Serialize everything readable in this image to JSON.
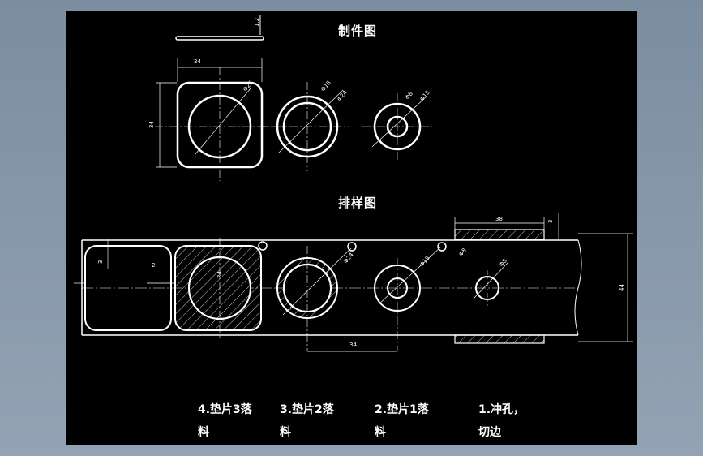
{
  "drawing": {
    "part_view_title": "制件图",
    "layout_view_title": "排样图",
    "steps": [
      {
        "label": "4.垫片3落料"
      },
      {
        "label": "3.垫片2落料"
      },
      {
        "label": "2.垫片1落料"
      },
      {
        "label": "1.冲孔，切边"
      }
    ],
    "dimensions": {
      "thickness": "1.2",
      "part_width": "34",
      "part_height": "34",
      "outer_circle_dia": "Φ26",
      "ring_inner": "Φ18",
      "ring_outer": "Φ24",
      "small_ring_inner": "Φ8",
      "small_ring_outer": "Φ18",
      "pitch_top": "38",
      "pitch_bottom": "34",
      "strip_width": "44",
      "side_step": "3",
      "gap_1": "3",
      "gap_2": "2",
      "pilot": "Φ8",
      "pilot_2": "Φ8"
    }
  }
}
